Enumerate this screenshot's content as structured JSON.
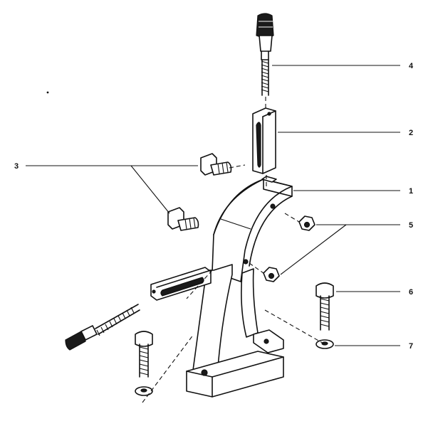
{
  "callouts": [
    {
      "id": "1",
      "label": "1"
    },
    {
      "id": "2",
      "label": "2"
    },
    {
      "id": "3",
      "label": "3"
    },
    {
      "id": "4",
      "label": "4"
    },
    {
      "id": "5",
      "label": "5"
    },
    {
      "id": "6",
      "label": "6"
    },
    {
      "id": "7",
      "label": "7"
    }
  ],
  "colors": {
    "ink": "#111111",
    "paper": "#ffffff"
  }
}
